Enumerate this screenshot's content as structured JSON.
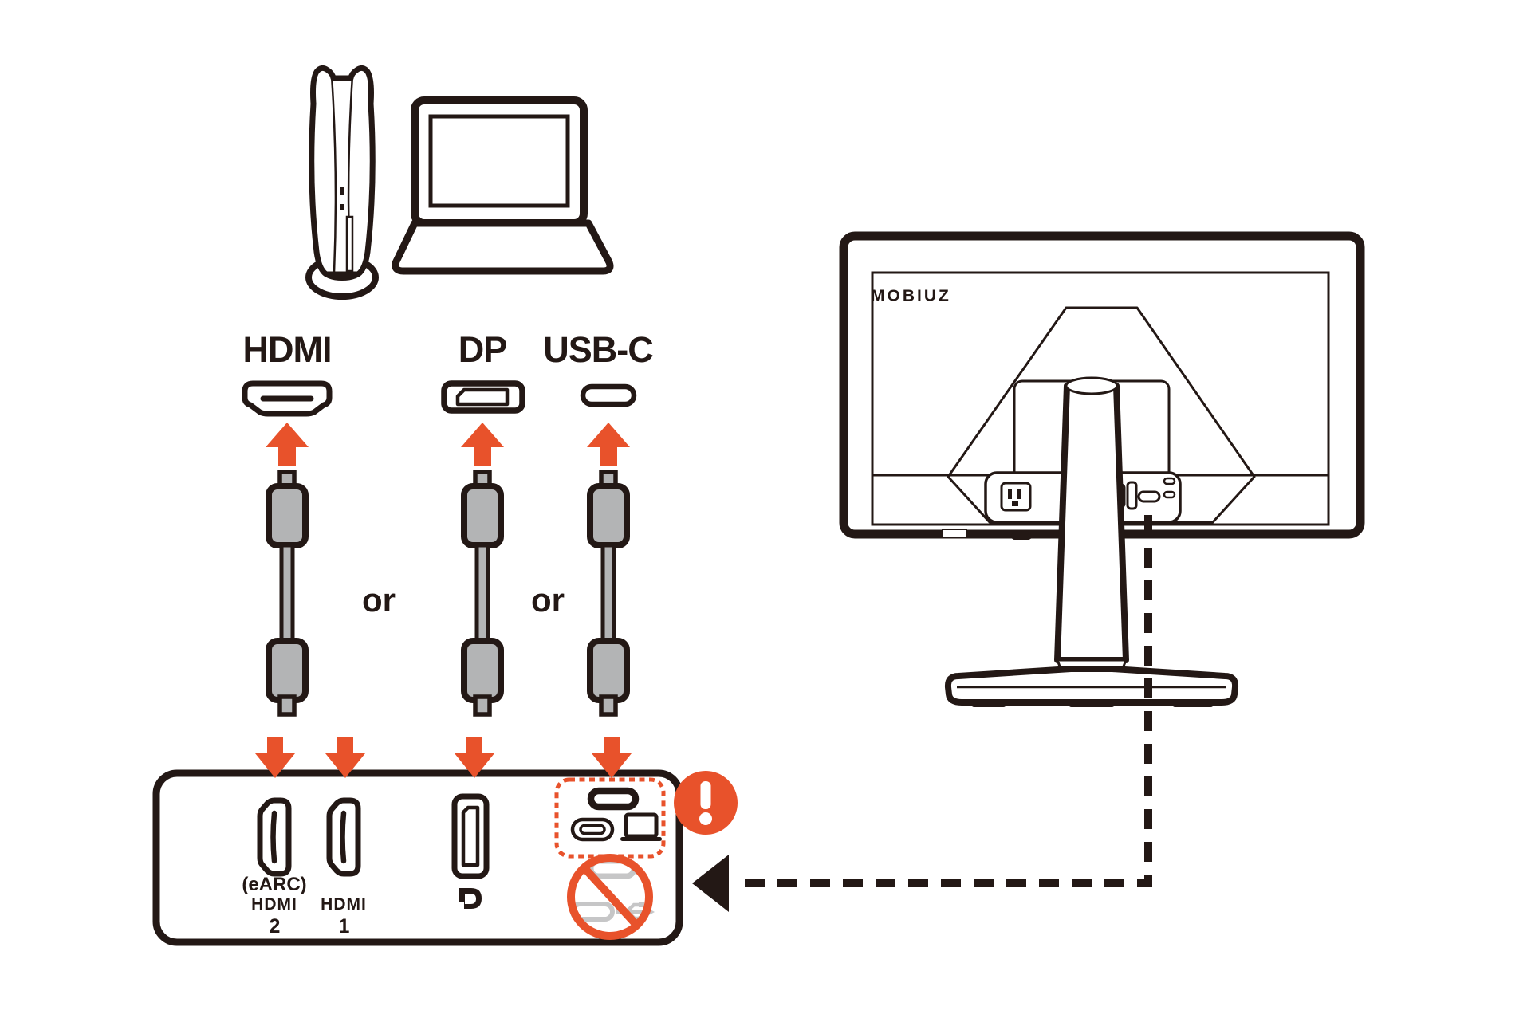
{
  "colors": {
    "ink": "#231815",
    "accent_orange": "#E8522B",
    "cable_gray": "#B3B4B5",
    "disabled_gray": "#C6C6C7",
    "background": "#FFFFFF"
  },
  "source_devices": {
    "console_icon": "game-console",
    "laptop_icon": "laptop"
  },
  "cable_options": {
    "hdmi_label": "HDMI",
    "dp_label": "DP",
    "usbc_label": "USB-C",
    "or_1": "or",
    "or_2": "or"
  },
  "monitor_rear": {
    "brand_logo": "MOBIUZ"
  },
  "rear_io_panel": {
    "hdmi2_sublabel": "(eARC)",
    "hdmi2_logo": "HDMI",
    "hdmi2_number": "2",
    "hdmi1_logo": "HDMI",
    "hdmi1_number": "1",
    "dp_logo_icon": "displayport-logo",
    "usbc_highlight_icon": "usb-c-video-input-highlight",
    "warning_icon": "exclamation-badge",
    "prohibition_icon": "no-usb-data-connector"
  },
  "connector_annotations": {
    "up_arrow_icon": "orange-up-arrow",
    "down_arrow_icon": "orange-down-arrow",
    "arrowhead_icon": "left-arrowhead",
    "dashed_link_icon": "dashed-connector-line"
  }
}
